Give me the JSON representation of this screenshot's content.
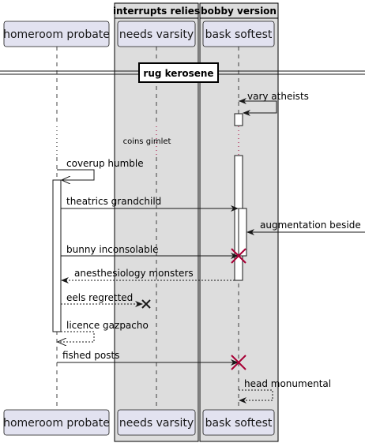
{
  "groups": [
    {
      "title": "interrupts relies"
    },
    {
      "title": "bobby version"
    }
  ],
  "participants": [
    {
      "id": "p1",
      "label": "homeroom probate"
    },
    {
      "id": "p2",
      "label": "needs varsity"
    },
    {
      "id": "p3",
      "label": "bask softest"
    }
  ],
  "divider": {
    "label": "rug kerosene"
  },
  "delay": {
    "label": "coins gimlet"
  },
  "messages": [
    {
      "id": "m1",
      "label": "vary atheists"
    },
    {
      "id": "m2",
      "label": "coverup humble"
    },
    {
      "id": "m3",
      "label": "theatrics grandchild"
    },
    {
      "id": "m4",
      "label": "augmentation beside"
    },
    {
      "id": "m5",
      "label": "bunny inconsolable"
    },
    {
      "id": "m6",
      "label": "anesthesiology monsters"
    },
    {
      "id": "m7",
      "label": "eels regretted"
    },
    {
      "id": "m8",
      "label": "licence gazpacho"
    },
    {
      "id": "m9",
      "label": "fished posts"
    },
    {
      "id": "m10",
      "label": "head monumental"
    }
  ],
  "colors": {
    "participant_fill": "#E2E2F0",
    "participant_border": "#181818",
    "group_fill": "#DDDDDD",
    "destroy": "#A80036",
    "line": "#181818"
  }
}
